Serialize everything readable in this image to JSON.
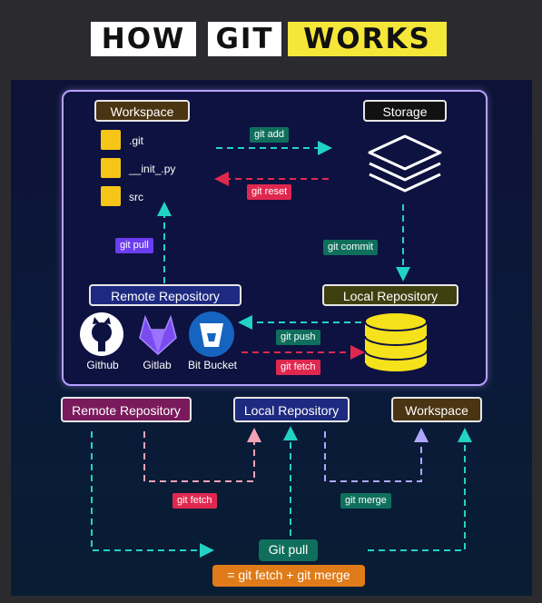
{
  "title": {
    "word1": "HOW",
    "word2": "GIT",
    "word3": "WORKS"
  },
  "top_panel": {
    "workspace": "Workspace",
    "storage": "Storage",
    "files": [
      ".git",
      "__init_.py",
      "src"
    ],
    "remote_repository": "Remote Repository",
    "local_repository": "Local Repository",
    "providers": [
      "Github",
      "Gitlab",
      "Bit Bucket"
    ],
    "commands": {
      "git_add": "git add",
      "git_reset": "git reset",
      "git_commit": "git commit",
      "git_pull": "git pull",
      "git_push": "git push",
      "git_fetch": "git fetch"
    }
  },
  "bottom_panel": {
    "remote_repository": "Remote Repository",
    "local_repository": "Local Repository",
    "workspace": "Workspace",
    "git_fetch": "git fetch",
    "git_merge": "git merge",
    "git_pull": "Git pull",
    "equation": "= git fetch + git merge"
  },
  "colors": {
    "yellow": "#f5c518",
    "cyan": "#22d3c5",
    "green_tag": "#0f6f5c",
    "red_tag": "#e0284f",
    "purple_tag": "#6a3df0",
    "frame": "#b7a1ff",
    "remote_box": "#7a1a5c",
    "local_box": "#1e2a80",
    "workspace_box": "#4a3412",
    "equation_box": "#e07b1a"
  }
}
